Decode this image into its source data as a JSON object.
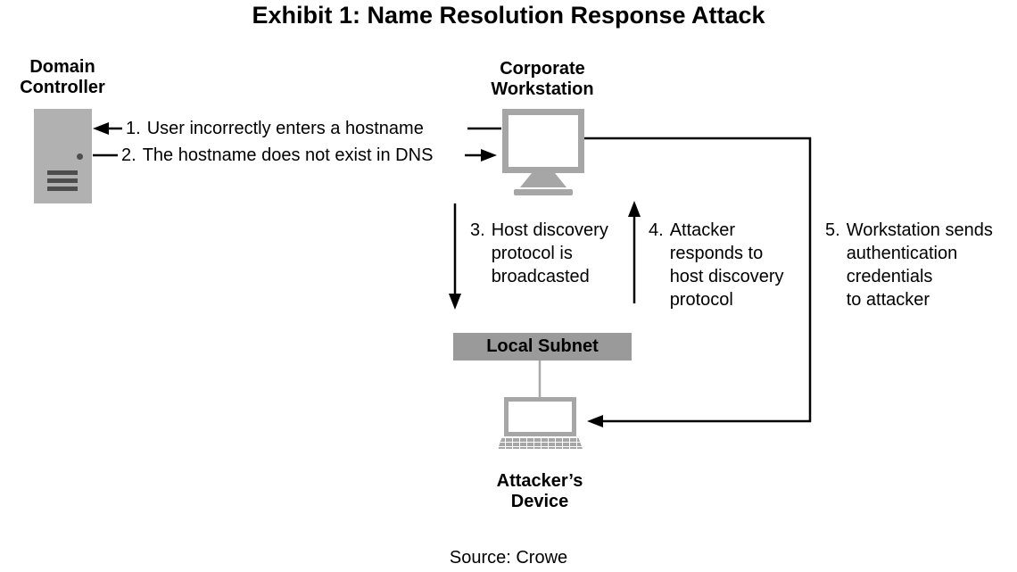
{
  "title": "Exhibit 1: Name Resolution Response Attack",
  "nodes": {
    "domain_controller": "Domain\nController",
    "corporate_workstation": "Corporate\nWorkstation",
    "local_subnet": "Local Subnet",
    "attackers_device": "Attacker’s\nDevice"
  },
  "steps": {
    "s1": {
      "num": "1.",
      "text": "User incorrectly enters a hostname"
    },
    "s2": {
      "num": "2.",
      "text": "The hostname does not exist in DNS"
    },
    "s3": {
      "num": "3.",
      "text": "Host discovery\nprotocol is\nbroadcasted"
    },
    "s4": {
      "num": "4.",
      "text": "Attacker\nresponds to\nhost discovery\nprotocol"
    },
    "s5": {
      "num": "5.",
      "text": "Workstation sends\nauthentication\ncredentials\nto attacker"
    }
  },
  "source": "Source: Crowe",
  "colors": {
    "icon_gray": "#a6a6a6",
    "server_gray": "#b1b1b1",
    "bar_gray": "#9a9a9a",
    "detail_dark_gray": "#4d4d4d",
    "line_black": "#000000"
  }
}
